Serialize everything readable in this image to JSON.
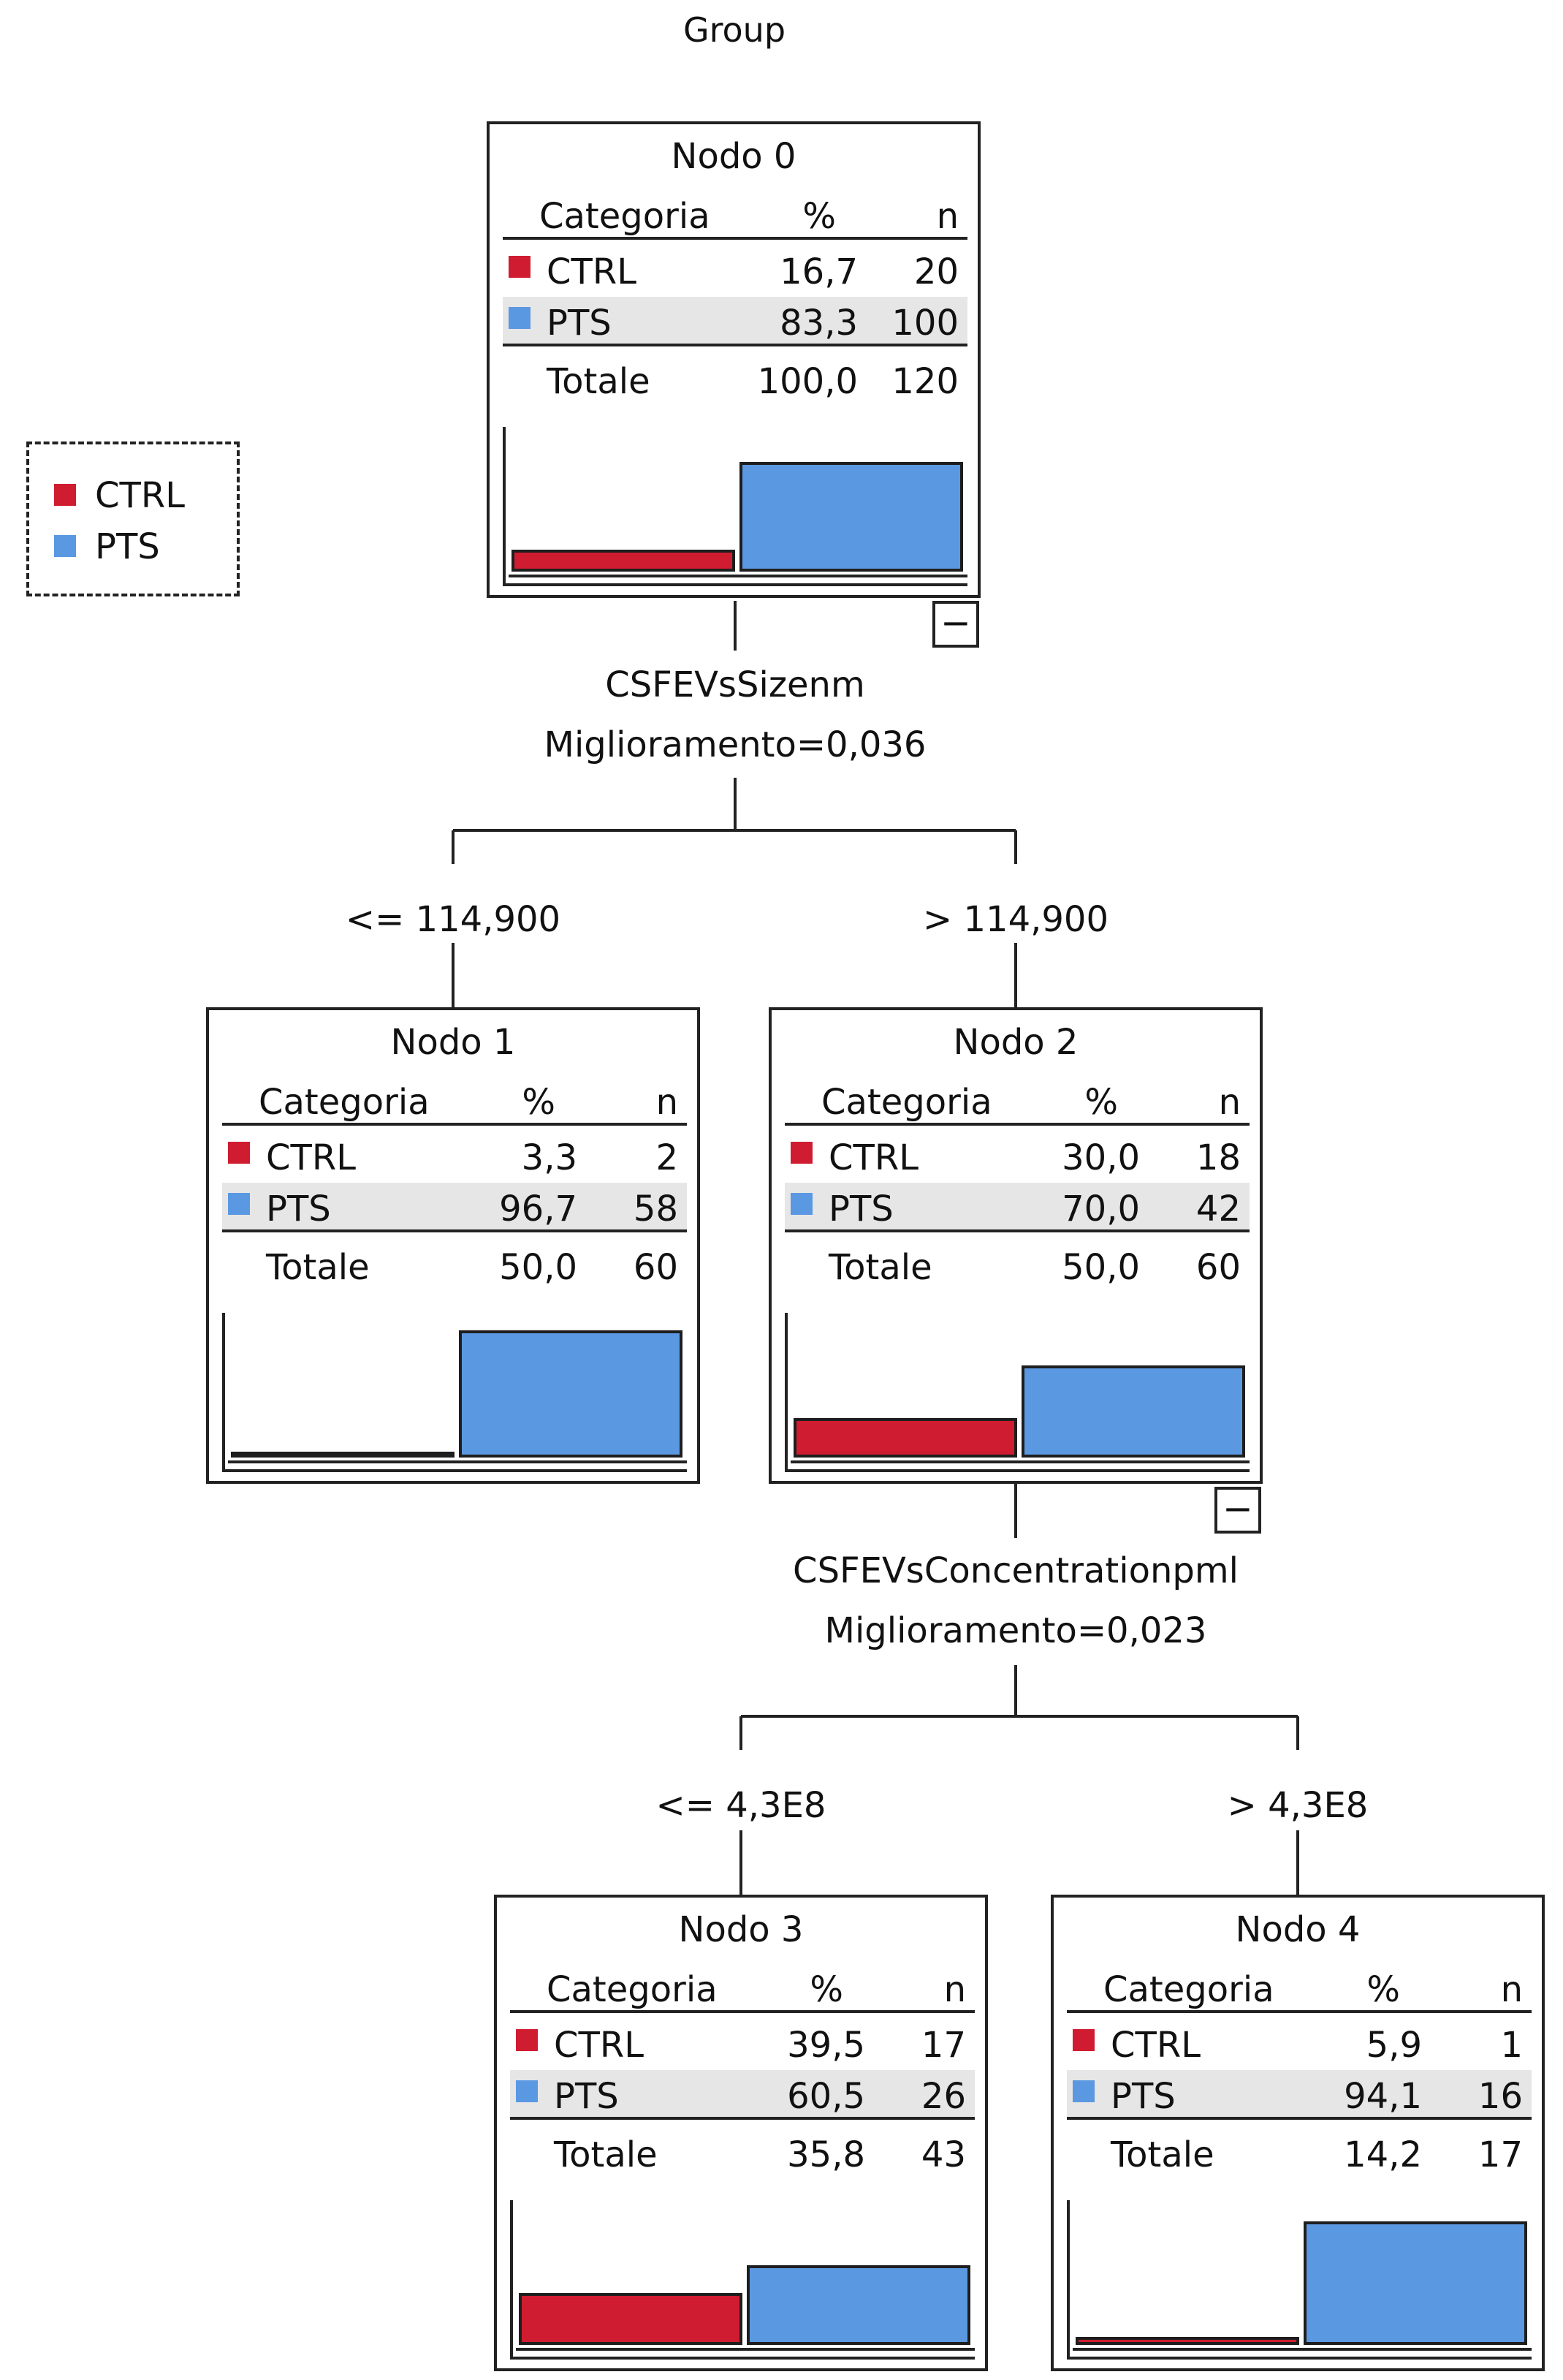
{
  "title": "Group",
  "colors": {
    "CTRL": "#d01c30",
    "PTS": "#5b98e2"
  },
  "legend": [
    {
      "label": "CTRL",
      "color": "#d01c30"
    },
    {
      "label": "PTS",
      "color": "#5b98e2"
    }
  ],
  "table_header": {
    "category": "Categoria",
    "percent": "%",
    "n": "n"
  },
  "nodes": [
    {
      "title": "Nodo 0",
      "rows": [
        {
          "cat": "CTRL",
          "pct": "16,7",
          "n": "20"
        },
        {
          "cat": "PTS",
          "pct": "83,3",
          "n": "100"
        }
      ],
      "total": {
        "label": "Totale",
        "pct": "100,0",
        "n": "120"
      },
      "fractions": {
        "CTRL": 0.167,
        "PTS": 0.833
      },
      "collapse": "−"
    },
    {
      "title": "Nodo 1",
      "rows": [
        {
          "cat": "CTRL",
          "pct": "3,3",
          "n": "2"
        },
        {
          "cat": "PTS",
          "pct": "96,7",
          "n": "58"
        }
      ],
      "total": {
        "label": "Totale",
        "pct": "50,0",
        "n": "60"
      },
      "fractions": {
        "CTRL": 0.033,
        "PTS": 0.967
      },
      "collapse": ""
    },
    {
      "title": "Nodo 2",
      "rows": [
        {
          "cat": "CTRL",
          "pct": "30,0",
          "n": "18"
        },
        {
          "cat": "PTS",
          "pct": "70,0",
          "n": "42"
        }
      ],
      "total": {
        "label": "Totale",
        "pct": "50,0",
        "n": "60"
      },
      "fractions": {
        "CTRL": 0.3,
        "PTS": 0.7
      },
      "collapse": "−"
    },
    {
      "title": "Nodo 3",
      "rows": [
        {
          "cat": "CTRL",
          "pct": "39,5",
          "n": "17"
        },
        {
          "cat": "PTS",
          "pct": "60,5",
          "n": "26"
        }
      ],
      "total": {
        "label": "Totale",
        "pct": "35,8",
        "n": "43"
      },
      "fractions": {
        "CTRL": 0.395,
        "PTS": 0.605
      },
      "collapse": ""
    },
    {
      "title": "Nodo 4",
      "rows": [
        {
          "cat": "CTRL",
          "pct": "5,9",
          "n": "1"
        },
        {
          "cat": "PTS",
          "pct": "94,1",
          "n": "16"
        }
      ],
      "total": {
        "label": "Totale",
        "pct": "14,2",
        "n": "17"
      },
      "fractions": {
        "CTRL": 0.059,
        "PTS": 0.941
      },
      "collapse": ""
    }
  ],
  "splits": [
    {
      "variable": "CSFEVsSizenm",
      "improvement": "Miglioramento=0,036",
      "left_condition": "<= 114,900",
      "right_condition": "> 114,900"
    },
    {
      "variable": "CSFEVsConcentrationpml",
      "improvement": "Miglioramento=0,023",
      "left_condition": "<= 4,3E8",
      "right_condition": "> 4,3E8"
    }
  ]
}
